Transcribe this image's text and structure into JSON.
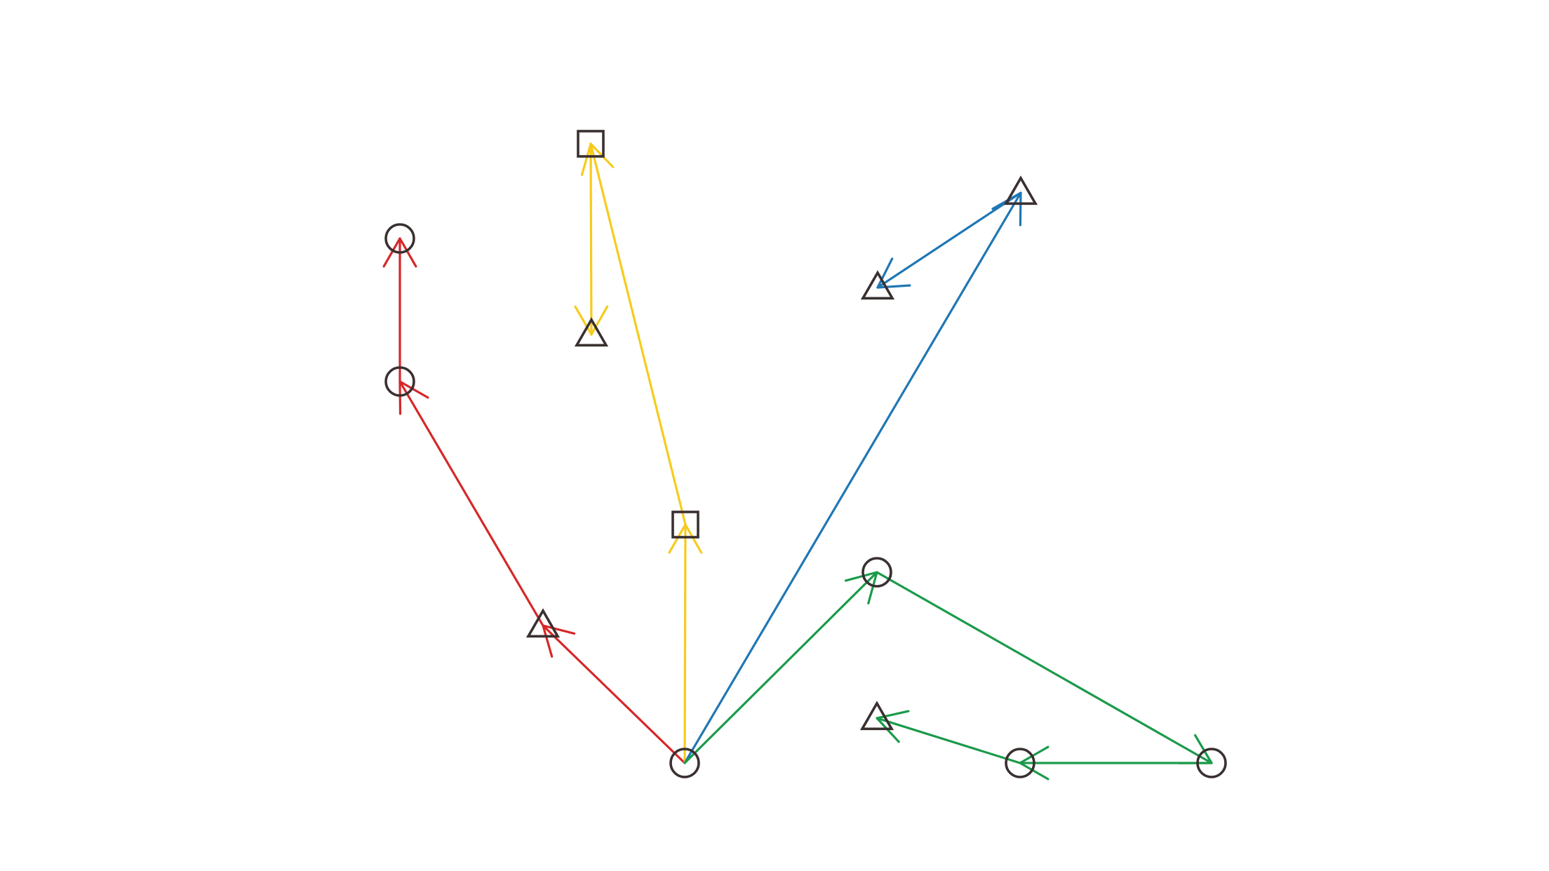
{
  "diagram": {
    "colors": {
      "red": "#d62728",
      "yellow": "#f6cb1c",
      "blue": "#1f77b4",
      "green": "#1a9a4a",
      "node_stroke": "#3a3030",
      "background": "#ffffff"
    },
    "nodes": [
      {
        "id": "root",
        "shape": "circle"
      },
      {
        "id": "r1",
        "shape": "triangle"
      },
      {
        "id": "r2",
        "shape": "circle"
      },
      {
        "id": "r3",
        "shape": "circle"
      },
      {
        "id": "y1",
        "shape": "square"
      },
      {
        "id": "y2",
        "shape": "square"
      },
      {
        "id": "y3",
        "shape": "triangle"
      },
      {
        "id": "b1",
        "shape": "triangle"
      },
      {
        "id": "b2",
        "shape": "triangle"
      },
      {
        "id": "g1",
        "shape": "circle"
      },
      {
        "id": "g2",
        "shape": "circle"
      },
      {
        "id": "g3",
        "shape": "circle"
      },
      {
        "id": "g4",
        "shape": "triangle"
      }
    ],
    "edges": [
      {
        "from": "root",
        "to": "r1",
        "color": "red"
      },
      {
        "from": "r1",
        "to": "r2",
        "color": "red"
      },
      {
        "from": "r2",
        "to": "r3",
        "color": "red"
      },
      {
        "from": "root",
        "to": "y1",
        "color": "yellow"
      },
      {
        "from": "y1",
        "to": "y2",
        "color": "yellow"
      },
      {
        "from": "y2",
        "to": "y3",
        "color": "yellow"
      },
      {
        "from": "root",
        "to": "b1",
        "color": "blue"
      },
      {
        "from": "b1",
        "to": "b2",
        "color": "blue"
      },
      {
        "from": "root",
        "to": "g1",
        "color": "green"
      },
      {
        "from": "g1",
        "to": "g2",
        "color": "green"
      },
      {
        "from": "g2",
        "to": "g3",
        "color": "green"
      },
      {
        "from": "g3",
        "to": "g4",
        "color": "green"
      }
    ]
  }
}
